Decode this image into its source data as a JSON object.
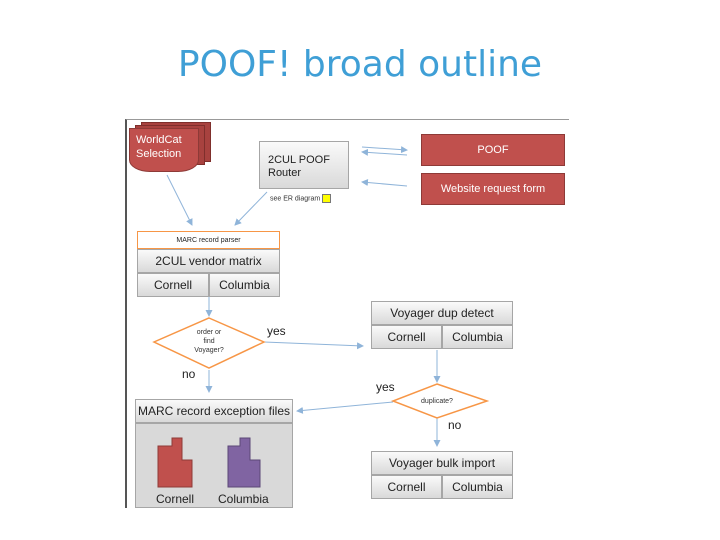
{
  "title": "POOF! broad outline",
  "diagram": {
    "worldcat": "WorldCat\nSelection",
    "router": "2CUL POOF\nRouter",
    "see_er": "see ER diagram",
    "poof": "POOF",
    "website_form": "Website request form",
    "marc_parser": "MARC record parser",
    "vendor_matrix": "2CUL vendor matrix",
    "vm_cornell": "Cornell",
    "vm_columbia": "Columbia",
    "decision1": "order or\nfind\nVoyager?",
    "yes1": "yes",
    "no1": "no",
    "dup_detect": "Voyager dup detect",
    "dd_cornell": "Cornell",
    "dd_columbia": "Columbia",
    "yes2": "yes",
    "decision2": "duplicate?",
    "no2": "no",
    "marc_exception": "MARC record exception files",
    "mx_cornell": "Cornell",
    "mx_columbia": "Columbia",
    "bulk_import": "Voyager bulk import",
    "bi_cornell": "Cornell",
    "bi_columbia": "Columbia",
    "colors": {
      "red": "#c0504d",
      "purple": "#8064a2",
      "title": "#3f9fd6",
      "orange": "#f79646",
      "arrow": "#8fb4d9"
    }
  }
}
